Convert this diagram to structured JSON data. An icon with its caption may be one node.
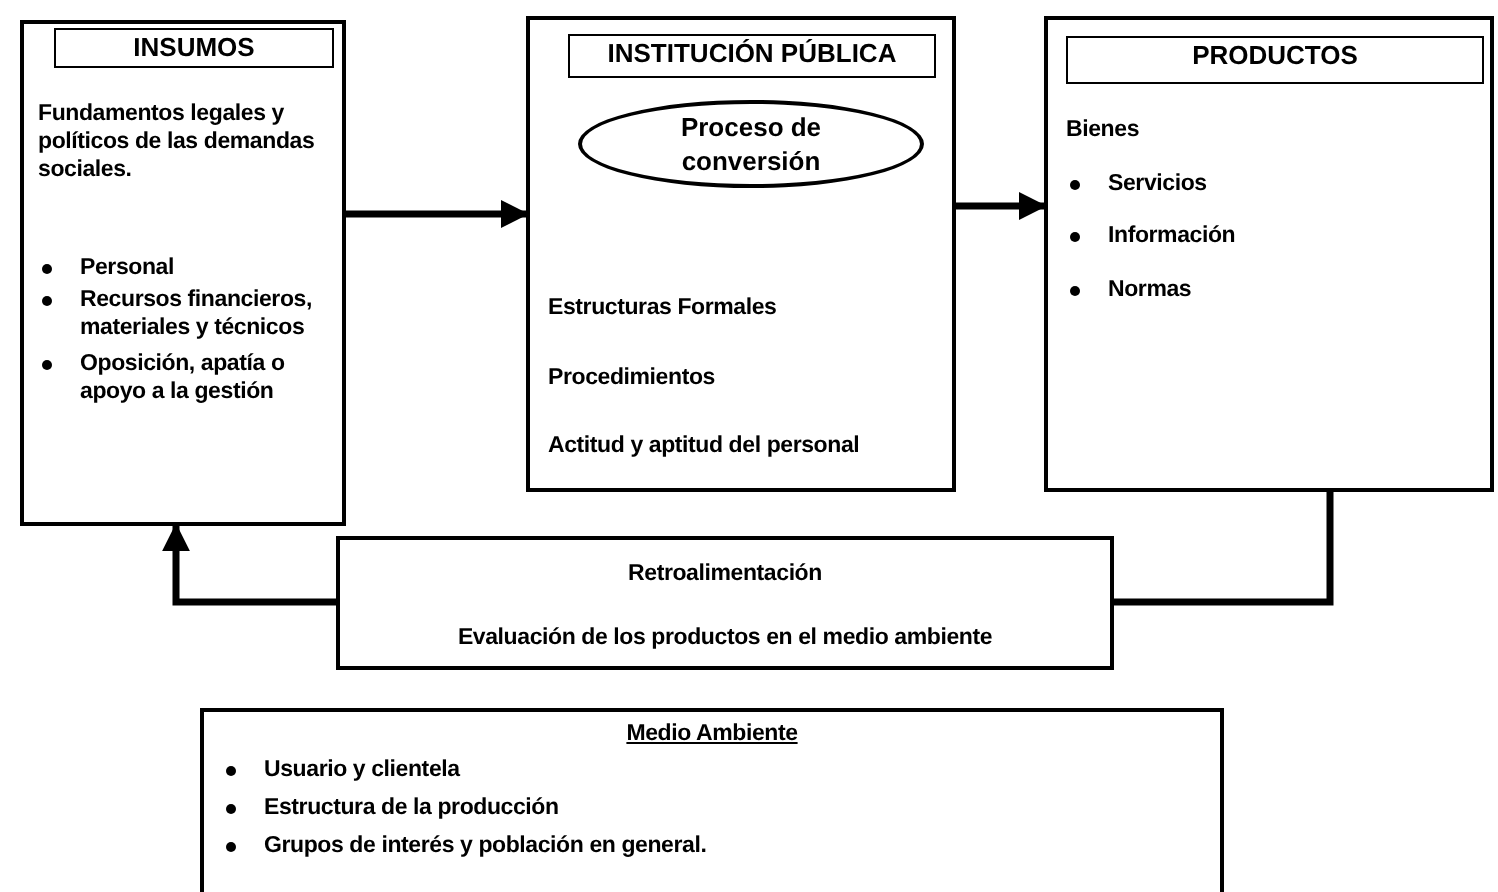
{
  "diagram": {
    "nodes": [
      {
        "text": [
          "Fundamentos legales y políticos de las demandas sociales.",
          "Personal",
          "Recursos financieros, materiales y técnicos",
          "Oposición, apatía o apoyo a la gestión"
        ]
      },
      {
        "text": [
          "INSUMOS"
        ],
        "in": 0
      },
      {
        "text": [
          "Estructuras Formales",
          "Procedimientos",
          "Actitud y aptitud del personal"
        ]
      },
      {
        "text": [
          "INSTITUCIÓN PÚBLICA"
        ],
        "in": 2
      },
      {
        "text": [
          "Proceso de conversión"
        ],
        "in": 2
      },
      {
        "text": [
          "Bienes",
          "Servicios",
          "Información",
          "Normas"
        ]
      },
      {
        "text": [
          "PRODUCTOS"
        ],
        "in": 5
      },
      {
        "text": [
          "Retroalimentación",
          "Evaluación de los productos en el medio ambiente"
        ]
      },
      {
        "text": [
          "Medio Ambiente",
          "Usuario y clientela",
          "Estructura de la producción",
          "Grupos de interés y población en general."
        ]
      }
    ],
    "edges": [
      {
        "from": 0,
        "to": 2,
        "arrow": "to"
      },
      {
        "from": 2,
        "to": 5,
        "arrow": "to"
      },
      {
        "from": 5,
        "to": 7,
        "arrow": "none"
      },
      {
        "from": 7,
        "to": 0,
        "arrow": "to"
      }
    ]
  }
}
